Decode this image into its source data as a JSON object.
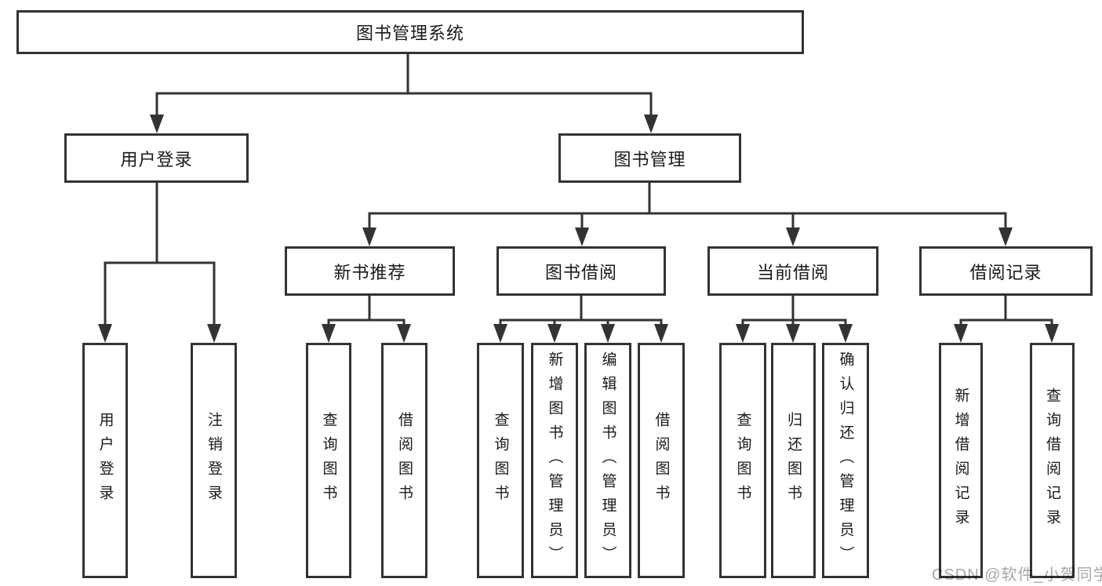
{
  "diagram": {
    "title": "图书管理系统",
    "type": "hierarchy-tree",
    "root": {
      "label": "图书管理系统"
    },
    "level2": [
      {
        "label": "用户登录",
        "parent": "图书管理系统"
      },
      {
        "label": "图书管理",
        "parent": "图书管理系统"
      }
    ],
    "level3": [
      {
        "label": "新书推荐",
        "parent": "图书管理"
      },
      {
        "label": "图书借阅",
        "parent": "图书管理"
      },
      {
        "label": "当前借阅",
        "parent": "图书管理"
      },
      {
        "label": "借阅记录",
        "parent": "图书管理"
      }
    ],
    "leaves": [
      {
        "label": "用户登录",
        "parent": "用户登录"
      },
      {
        "label": "注销登录",
        "parent": "用户登录"
      },
      {
        "label": "查询图书",
        "parent": "新书推荐"
      },
      {
        "label": "借阅图书",
        "parent": "新书推荐"
      },
      {
        "label": "查询图书",
        "parent": "图书借阅"
      },
      {
        "label": "新增图书（管理员）",
        "parent": "图书借阅"
      },
      {
        "label": "编辑图书（管理员）",
        "parent": "图书借阅"
      },
      {
        "label": "借阅图书",
        "parent": "图书借阅"
      },
      {
        "label": "查询图书",
        "parent": "当前借阅"
      },
      {
        "label": "归还图书",
        "parent": "当前借阅"
      },
      {
        "label": "确认归还（管理员）",
        "parent": "当前借阅"
      },
      {
        "label": "新增借阅记录",
        "parent": "借阅记录"
      },
      {
        "label": "查询借阅记录",
        "parent": "借阅记录"
      }
    ]
  },
  "watermark": {
    "text": "CSDN @软件_小贺同学",
    "color": "#a6a6a6"
  },
  "colors": {
    "line": "#333333",
    "box_border": "#333333",
    "text": "#1a1a1a",
    "background": "#ffffff"
  }
}
